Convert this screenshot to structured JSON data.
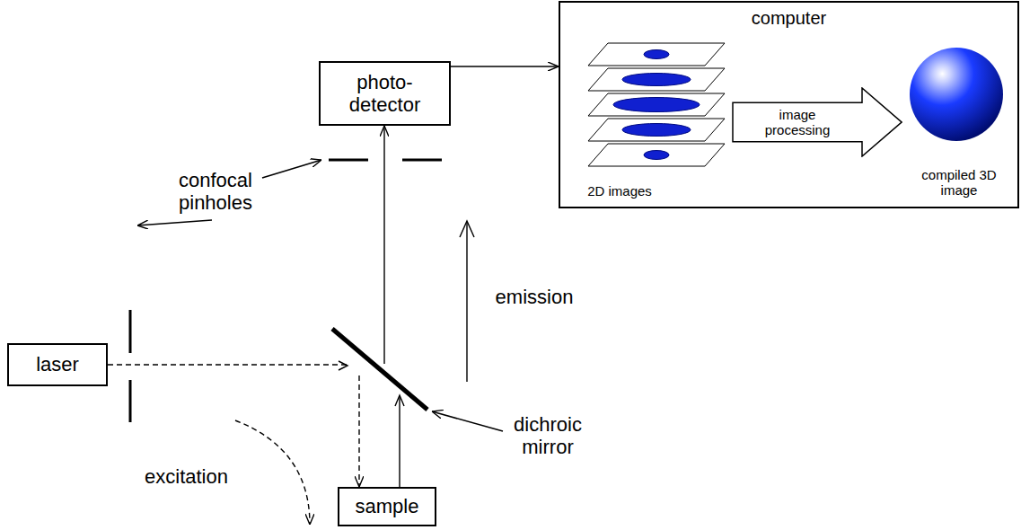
{
  "diagram": {
    "nodes": [
      {
        "text": [
          "laser"
        ]
      },
      {
        "text": [
          "photo- detector"
        ]
      },
      {
        "text": [
          "sample"
        ]
      },
      {
        "text": [
          "computer"
        ]
      },
      {
        "text": [
          "image processing"
        ],
        "in": 3
      }
    ],
    "edges": [
      {
        "from": 0,
        "to": 2,
        "arrow": "to"
      },
      {
        "from": 2,
        "to": 1,
        "arrow": "to"
      },
      {
        "from": 1,
        "to": 3,
        "arrow": "to"
      }
    ],
    "labels": [
      "confocal pinholes",
      "emission",
      "excitation",
      "dichroic mirror",
      "2D images",
      "compiled 3D image"
    ]
  }
}
